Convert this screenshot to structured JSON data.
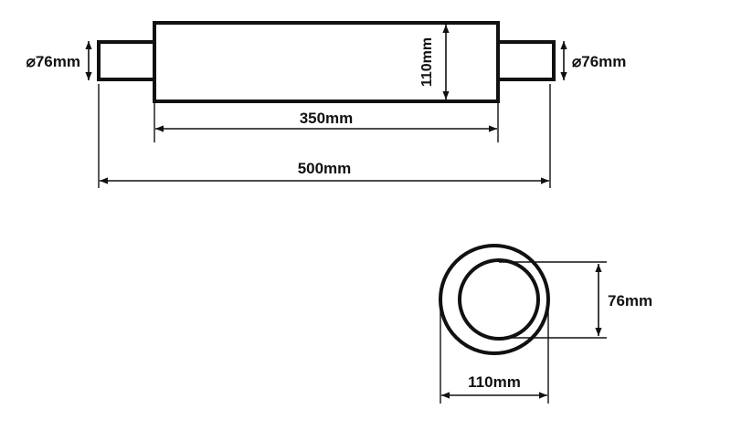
{
  "side_view": {
    "inlet_diameter_label": "⌀76mm",
    "outlet_diameter_label": "⌀76mm",
    "body_diameter_label": "110mm",
    "body_length_label": "350mm",
    "overall_length_label": "500mm"
  },
  "end_view": {
    "inner_diameter_label": "76mm",
    "outer_diameter_label": "110mm"
  },
  "colors": {
    "line": "#111111",
    "background": "#ffffff"
  }
}
